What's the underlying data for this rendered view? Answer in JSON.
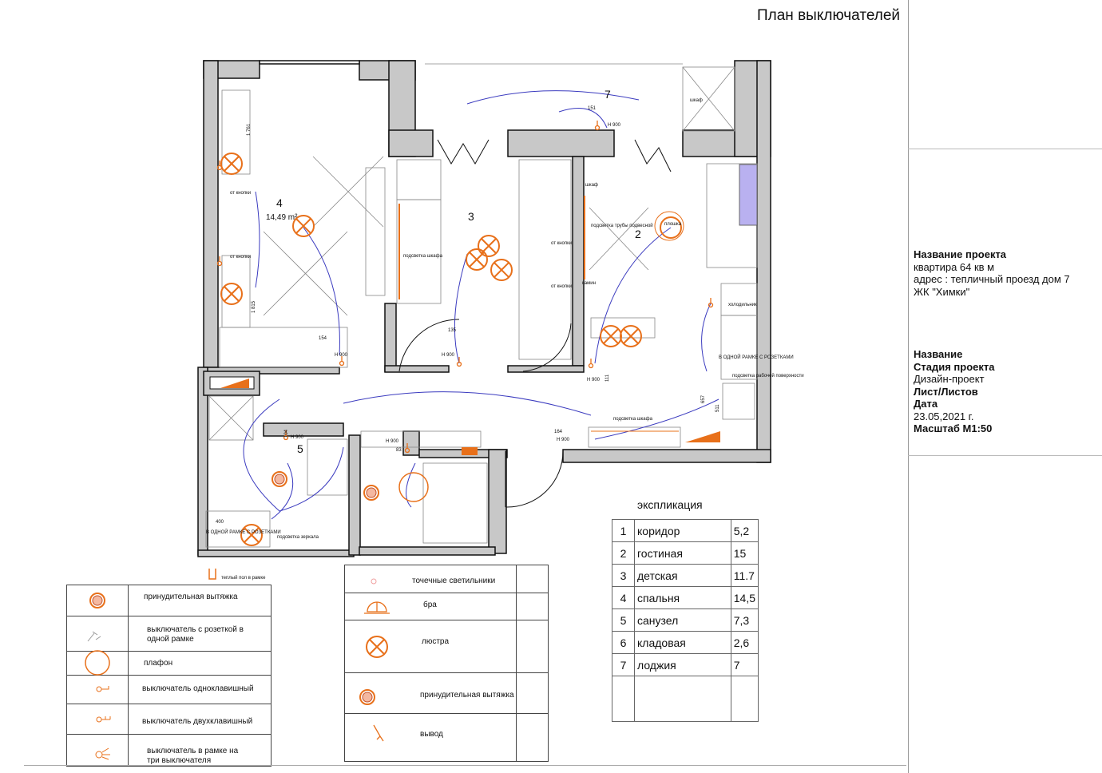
{
  "title": "План выключателей",
  "stamp": {
    "project_label": "Название проекта",
    "project_lines": [
      "квартира 64 кв м",
      "адрес : тепличный проезд дом 7",
      "ЖК \"Химки\""
    ],
    "name_label": "Название",
    "stage_label": "Стадия проекта",
    "stage_value": "Дизайн-проект",
    "sheets_label": "Лист/Листов",
    "date_label": "Дата",
    "date_value": "23.05,2021 г.",
    "scale_label": "Масштаб М1:50"
  },
  "rooms": {
    "r4_num": "4",
    "r4_area": "14,49 m²",
    "r3_num": "3",
    "r2_num": "2",
    "r5_num": "5",
    "r7_num": "7"
  },
  "plan_notes": {
    "d1761": "1 761",
    "d1815": "1 815",
    "d154": "154",
    "d135": "135",
    "d151": "151",
    "d104": "104",
    "d83": "83",
    "d164": "164",
    "d111": "111",
    "d657": "657",
    "d511": "511",
    "d400": "400",
    "h900": "H 900",
    "ot_knopki": "от кнопки",
    "podsvetka_shkafa": "подсветка шкафа",
    "podsvetka_truby": "подсветка трубы подвесной",
    "podsvetka_rabochey": "подсветка рабочей поверхности",
    "podsvetka_zerkala": "подсветка зеркала",
    "v_odnoy_ramke": "В ОДНОЙ РАМКЕ С РОЗЕТКАМИ",
    "holodilnik": "холодильник",
    "shkaf": "шкаф",
    "kamin": "камин",
    "teply_pol": "теплый пол в рамке",
    "ploshka": "плошка"
  },
  "explication": {
    "title": "экспликация",
    "rows": [
      {
        "n": "1",
        "name": "коридор",
        "area": "5,2"
      },
      {
        "n": "2",
        "name": "гостиная",
        "area": "15"
      },
      {
        "n": "3",
        "name": "детская",
        "area": "11.7"
      },
      {
        "n": "4",
        "name": "спальня",
        "area": "14,5"
      },
      {
        "n": "5",
        "name": "санузел",
        "area": "7,3"
      },
      {
        "n": "6",
        "name": "кладовая",
        "area": "2,6"
      },
      {
        "n": "7",
        "name": "лоджия",
        "area": "7"
      }
    ]
  },
  "legend_left": [
    {
      "icon": "exhaust-fan-icon",
      "label": "принудительная вытяжка"
    },
    {
      "icon": "switch-socket-icon",
      "label": "выключатель с розеткой в одной рамке"
    },
    {
      "icon": "ceiling-lamp-icon",
      "label": "плафон"
    },
    {
      "icon": "single-switch-icon",
      "label": "выключатель одноклавишный"
    },
    {
      "icon": "double-switch-icon",
      "label": "выключатель двухклавишный"
    },
    {
      "icon": "triple-switch-icon",
      "label": "выключатель в рамке на три выключателя"
    }
  ],
  "legend_right": [
    {
      "icon": "spotlight-icon",
      "label": "точечные светильники"
    },
    {
      "icon": "sconce-icon",
      "label": "бра"
    },
    {
      "icon": "chandelier-icon",
      "label": "люстра"
    },
    {
      "icon": "exhaust-fan-icon",
      "label": "принудительная вытяжка"
    },
    {
      "icon": "outlet-icon",
      "label": "вывод"
    }
  ],
  "colors": {
    "wall": "#c8c8c8",
    "wall_outline": "#111111",
    "accent": "#e8701a",
    "wire": "#3b3bbf",
    "fridge": "#b9b1f0"
  }
}
